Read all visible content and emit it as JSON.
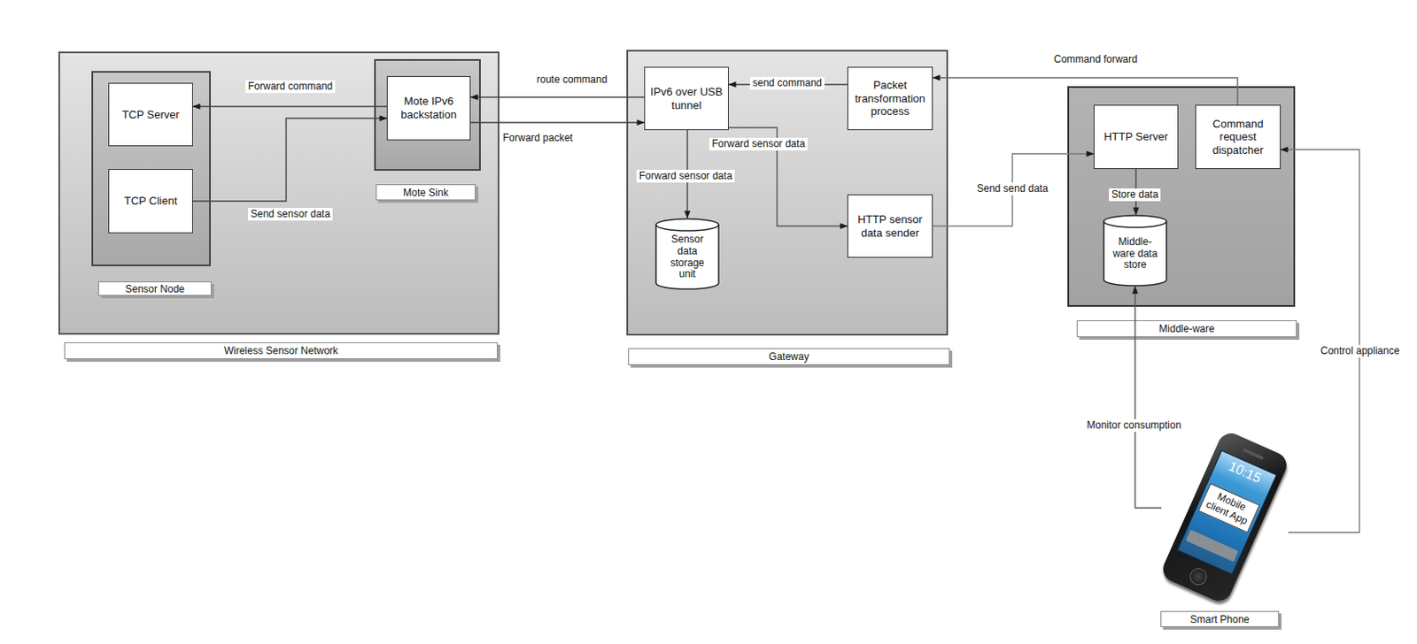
{
  "diagram": {
    "nodes": [
      {
        "text": [
          "Wireless Sensor Network"
        ]
      },
      {
        "text": [
          "Sensor Node"
        ],
        "in": 0
      },
      {
        "text": [
          "TCP Server"
        ],
        "in": 1
      },
      {
        "text": [
          "TCP Client"
        ],
        "in": 1
      },
      {
        "text": [
          "Mote Sink"
        ],
        "in": 0
      },
      {
        "text": [
          "Mote IPv6 backstation"
        ],
        "in": 4
      },
      {
        "text": [
          "Gateway"
        ]
      },
      {
        "text": [
          "IPv6 over USB tunnel"
        ],
        "in": 6
      },
      {
        "text": [
          "Packet transformation process"
        ],
        "in": 6
      },
      {
        "text": [
          "Sensor data storage unit"
        ],
        "in": 6
      },
      {
        "text": [
          "HTTP sensor data sender"
        ],
        "in": 6
      },
      {
        "text": [
          "Middle-ware"
        ]
      },
      {
        "text": [
          "HTTP Server"
        ],
        "in": 11
      },
      {
        "text": [
          "Command request dispatcher"
        ],
        "in": 11
      },
      {
        "text": [
          "Middle-ware data store"
        ],
        "in": 11
      },
      {
        "text": [
          "10:15",
          "Mobile client App",
          "Smart Phone"
        ]
      }
    ],
    "edges": [
      {
        "from": 5,
        "to": 2,
        "label": "Forward command",
        "arrow": "to"
      },
      {
        "from": 3,
        "to": 5,
        "label": "Send sensor data",
        "arrow": "to"
      },
      {
        "from": 5,
        "to": 7,
        "label": "Forward packet",
        "arrow": "to"
      },
      {
        "from": 7,
        "to": 5,
        "label": "route command",
        "arrow": "to"
      },
      {
        "from": 8,
        "to": 7,
        "label": "send command",
        "arrow": "to"
      },
      {
        "from": 7,
        "to": 9,
        "label": "Forward sensor data",
        "arrow": "to"
      },
      {
        "from": 7,
        "to": 10,
        "label": "Forward sensor data",
        "arrow": "to"
      },
      {
        "from": 10,
        "to": 12,
        "label": "Send send data",
        "arrow": "to"
      },
      {
        "from": 13,
        "to": 8,
        "label": "Command forward",
        "arrow": "to"
      },
      {
        "from": 12,
        "to": 14,
        "label": "Store data",
        "arrow": "to"
      },
      {
        "from": 15,
        "to": 14,
        "label": "Monitor consumption",
        "arrow": "to"
      },
      {
        "from": 15,
        "to": 13,
        "label": "Control appliance",
        "arrow": "to"
      }
    ]
  }
}
